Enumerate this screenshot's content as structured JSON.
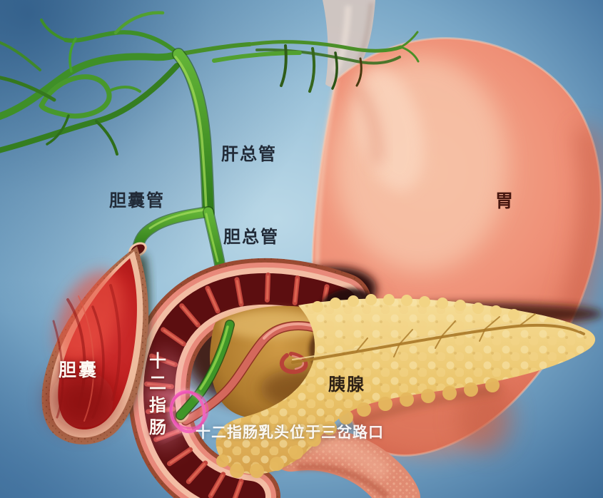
{
  "figure": {
    "labels": {
      "common_hepatic_duct": "肝总管",
      "cystic_duct": "胆囊管",
      "common_bile_duct": "胆总管",
      "stomach": "胃",
      "gallbladder": "胆囊",
      "duodenum": "十二指肠",
      "pancreas": "胰腺"
    },
    "caption": "十二指肠乳头位于三岔路口",
    "annotation": {
      "shape": "hand-drawn-circle",
      "color": "#ee58b8"
    },
    "colors": {
      "background_center": "#bad8e7",
      "background_edge": "#3c6b96",
      "bile_duct_green": "#3f962a",
      "stomach_salmon": "#ef9077",
      "gallbladder_red": "#bf1f1f",
      "pancreas_yellow": "#edc873",
      "duodenum_wall": "#e8897a",
      "duodenum_lumen": "#5c0e10",
      "label_dark": "#222b38",
      "label_light": "#ffffff"
    }
  }
}
